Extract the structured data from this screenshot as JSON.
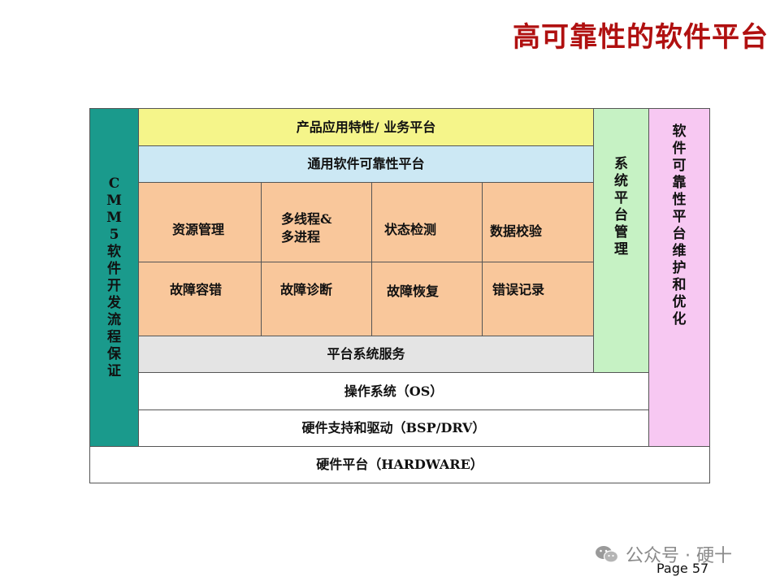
{
  "title": "高可靠性的软件平台",
  "left_column": {
    "label": "CMM5软件开发流程保证",
    "color": "#1a9a8c"
  },
  "top_bars": {
    "product_app": "产品应用特性/ 业务平台",
    "general_platform": "通用软件可靠性平台"
  },
  "modules": {
    "row1": [
      "资源管理",
      "多线程&\n多进程",
      "状态检测",
      "数据校验"
    ],
    "row2": [
      "故障容错",
      "故障诊断",
      "故障恢复",
      "错误记录"
    ]
  },
  "platform_service": "平台系统服务",
  "system_mgmt": "系统平台管理",
  "maintenance": "软件可靠性平台维护和优化",
  "os": "操作系统（OS）",
  "bsp": "硬件支持和驱动（BSP/DRV）",
  "hardware": "硬件平台（HARDWARE）",
  "watermark": "公众号 · 硬十",
  "page": "Page 57",
  "colors": {
    "title": "#b01010",
    "teal": "#1a9a8c",
    "yellow": "#f5f58a",
    "light_blue": "#cce8f4",
    "peach": "#f9c79b",
    "gray": "#e4e4e4",
    "light_green": "#c6f2c4",
    "pink": "#f7c8f2"
  }
}
